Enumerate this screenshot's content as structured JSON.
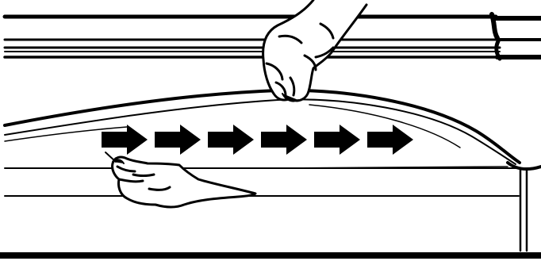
{
  "illustration": {
    "style": "black line-art on white",
    "depicts": [
      "hand",
      "flexible strip",
      "fingers",
      "arrows"
    ],
    "arrow_count": 6,
    "arrow_direction": "right",
    "colors": {
      "ink": "#000000",
      "background": "#ffffff"
    }
  }
}
